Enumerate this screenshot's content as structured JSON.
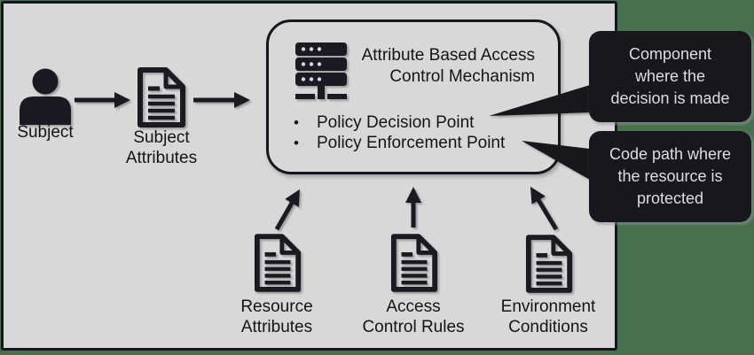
{
  "colors": {
    "background_green": "#47704E",
    "panel_gray": "#D8D8D8",
    "ink": "#1A1A22",
    "callout_background": "#17171D",
    "callout_text": "#DEDEDE"
  },
  "flow": {
    "subject": {
      "label": "Subject"
    },
    "subject_attributes": {
      "line1": "Subject",
      "line2": "Attributes"
    }
  },
  "abac": {
    "title_line1": "Attribute Based Access",
    "title_line2": "Control Mechanism",
    "bullet_symbol": "•",
    "bullet1": "Policy Decision Point",
    "bullet2": "Policy Enforcement Point"
  },
  "callouts": {
    "decision": {
      "line1": "Component",
      "line2": "where the",
      "line3": "decision is made"
    },
    "enforcement": {
      "line1": "Code path where",
      "line2": "the resource is",
      "line3": "protected"
    }
  },
  "inputs": {
    "resource": {
      "line1": "Resource",
      "line2": "Attributes"
    },
    "rules": {
      "line1": "Access",
      "line2": "Control Rules"
    },
    "environment": {
      "line1": "Environment",
      "line2": "Conditions"
    }
  }
}
